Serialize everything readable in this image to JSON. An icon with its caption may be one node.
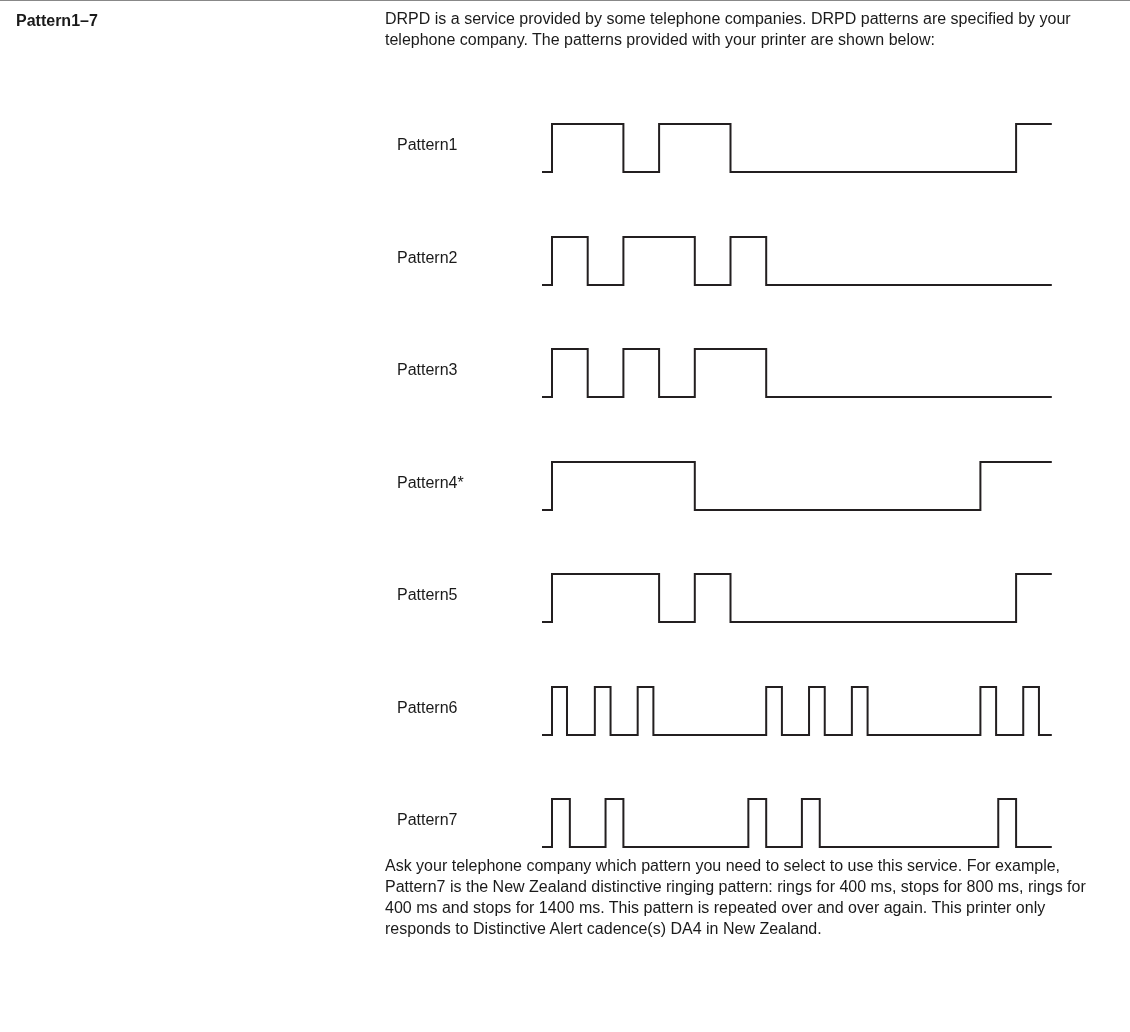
{
  "diagram": {
    "labels": [
      "Pattern1–7",
      "DRPD is a service provided by some telephone companies. DRPD patterns are specified by your telephone company. The patterns provided with your printer are shown below:",
      "Pattern1",
      "Pattern2",
      "Pattern3",
      "Pattern4*",
      "Pattern5",
      "Pattern6",
      "Pattern7",
      "Ask your telephone company which pattern you need to select to use this service. For example, Pattern7 is the New Zealand distinctive ringing pattern: rings for 400 ms, stops for 800 ms, rings for 400 ms and stops for 1400 ms. This pattern is repeated over and over again. This printer only responds to Distinctive Alert cadence(s) DA4 in New Zealand."
    ]
  }
}
